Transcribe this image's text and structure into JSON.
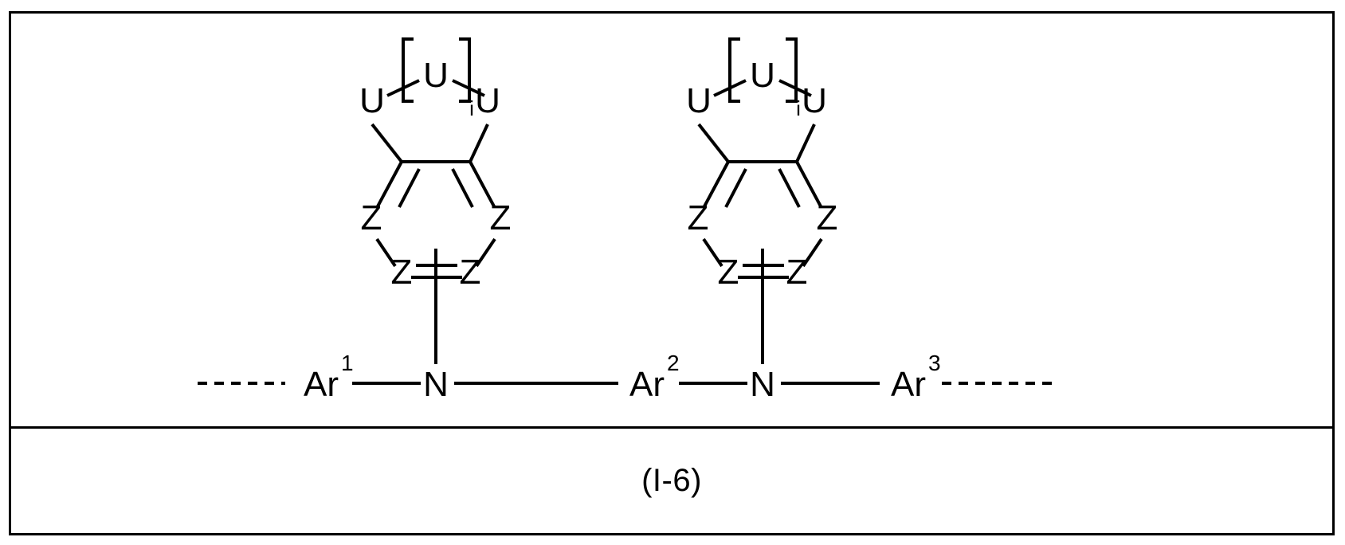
{
  "figure": {
    "caption": "(I-6)",
    "kind": "chemical-structure-diagram",
    "border_color": "#000000",
    "background_color": "#ffffff",
    "ink_color": "#000000"
  },
  "backbone": {
    "left_dash_label": "",
    "right_dash_label": "",
    "nodes": [
      {
        "id": "ar1",
        "label": "Ar",
        "superscript": "1"
      },
      {
        "id": "n1",
        "label": "N",
        "superscript": ""
      },
      {
        "id": "ar2",
        "label": "Ar",
        "superscript": "2"
      },
      {
        "id": "n2",
        "label": "N",
        "superscript": ""
      },
      {
        "id": "ar3",
        "label": "Ar",
        "superscript": "3"
      }
    ]
  },
  "ring_groups": [
    {
      "id": "ring-left",
      "attached_to": "n1",
      "bracket_subscript": "i",
      "bracketed_atom": "U",
      "u_left": "U",
      "u_right": "U",
      "z_upper_left": "Z",
      "z_upper_right": "Z",
      "z_lower_left": "Z",
      "z_lower_right": "Z"
    },
    {
      "id": "ring-right",
      "attached_to": "n2",
      "bracket_subscript": "i",
      "bracketed_atom": "U",
      "u_left": "U",
      "u_right": "U",
      "z_upper_left": "Z",
      "z_upper_right": "Z",
      "z_lower_left": "Z",
      "z_lower_right": "Z"
    }
  ]
}
